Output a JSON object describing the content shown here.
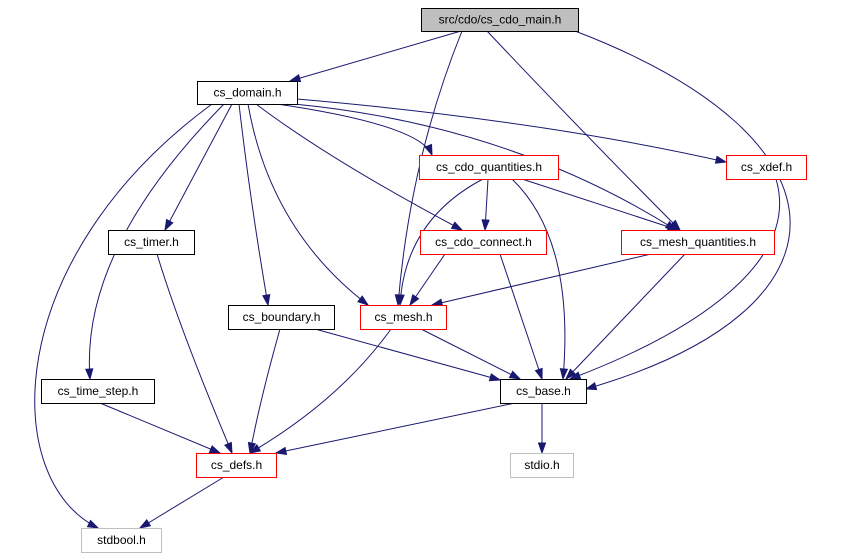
{
  "colors": {
    "edge": "#191970",
    "root_fill": "#bfbfbf",
    "border_black": "#000000",
    "border_red": "#ff0000",
    "border_gray": "#bfbfbf",
    "node_fill": "#ffffff"
  },
  "nodes": [
    {
      "id": "main",
      "label": "src/cdo/cs_cdo_main.h",
      "style": "root"
    },
    {
      "id": "domain",
      "label": "cs_domain.h",
      "style": "black"
    },
    {
      "id": "cdo_quantities",
      "label": "cs_cdo_quantities.h",
      "style": "red"
    },
    {
      "id": "xdef",
      "label": "cs_xdef.h",
      "style": "red"
    },
    {
      "id": "timer",
      "label": "cs_timer.h",
      "style": "black"
    },
    {
      "id": "cdo_connect",
      "label": "cs_cdo_connect.h",
      "style": "red"
    },
    {
      "id": "mesh_quantities",
      "label": "cs_mesh_quantities.h",
      "style": "red"
    },
    {
      "id": "boundary",
      "label": "cs_boundary.h",
      "style": "black"
    },
    {
      "id": "mesh",
      "label": "cs_mesh.h",
      "style": "red"
    },
    {
      "id": "time_step",
      "label": "cs_time_step.h",
      "style": "black"
    },
    {
      "id": "base",
      "label": "cs_base.h",
      "style": "black"
    },
    {
      "id": "defs",
      "label": "cs_defs.h",
      "style": "red"
    },
    {
      "id": "stdio",
      "label": "stdio.h",
      "style": "gray"
    },
    {
      "id": "stdbool",
      "label": "stdbool.h",
      "style": "gray"
    }
  ],
  "edges": [
    {
      "from": "main",
      "to": "domain"
    },
    {
      "from": "main",
      "to": "mesh"
    },
    {
      "from": "main",
      "to": "mesh_quantities"
    },
    {
      "from": "main",
      "to": "base"
    },
    {
      "from": "domain",
      "to": "stdbool"
    },
    {
      "from": "domain",
      "to": "time_step"
    },
    {
      "from": "domain",
      "to": "timer"
    },
    {
      "from": "domain",
      "to": "boundary"
    },
    {
      "from": "domain",
      "to": "mesh"
    },
    {
      "from": "domain",
      "to": "cdo_connect"
    },
    {
      "from": "domain",
      "to": "cdo_quantities"
    },
    {
      "from": "domain",
      "to": "mesh_quantities"
    },
    {
      "from": "domain",
      "to": "xdef"
    },
    {
      "from": "cdo_quantities",
      "to": "mesh"
    },
    {
      "from": "cdo_quantities",
      "to": "cdo_connect"
    },
    {
      "from": "cdo_quantities",
      "to": "mesh_quantities"
    },
    {
      "from": "cdo_quantities",
      "to": "base"
    },
    {
      "from": "xdef",
      "to": "base"
    },
    {
      "from": "timer",
      "to": "defs"
    },
    {
      "from": "cdo_connect",
      "to": "mesh"
    },
    {
      "from": "cdo_connect",
      "to": "base"
    },
    {
      "from": "mesh_quantities",
      "to": "mesh"
    },
    {
      "from": "mesh_quantities",
      "to": "base"
    },
    {
      "from": "boundary",
      "to": "base"
    },
    {
      "from": "boundary",
      "to": "defs"
    },
    {
      "from": "mesh",
      "to": "base"
    },
    {
      "from": "mesh",
      "to": "defs"
    },
    {
      "from": "time_step",
      "to": "defs"
    },
    {
      "from": "base",
      "to": "defs"
    },
    {
      "from": "base",
      "to": "stdio"
    },
    {
      "from": "defs",
      "to": "stdbool"
    }
  ]
}
